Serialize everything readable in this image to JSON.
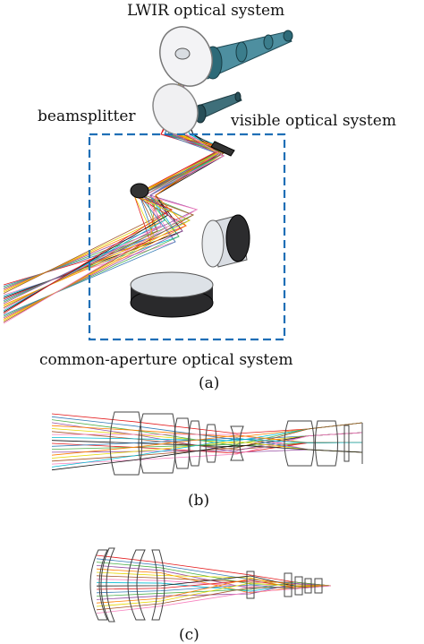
{
  "labels": {
    "lwir": "LWIR optical system",
    "beamsplitter": "beamsplitter",
    "visible": "visible optical system",
    "common": "common-aperture optical system"
  },
  "captions": {
    "a": "(a)",
    "b": "(b)",
    "c": "(c)"
  },
  "colors": {
    "box": "#1f6fb6",
    "rays": [
      "#e41a1c",
      "#377eb8",
      "#4daf4a",
      "#984ea3",
      "#ff7f00",
      "#e6d600",
      "#a65628",
      "#f781bf",
      "#00bcd4",
      "#111111"
    ]
  }
}
